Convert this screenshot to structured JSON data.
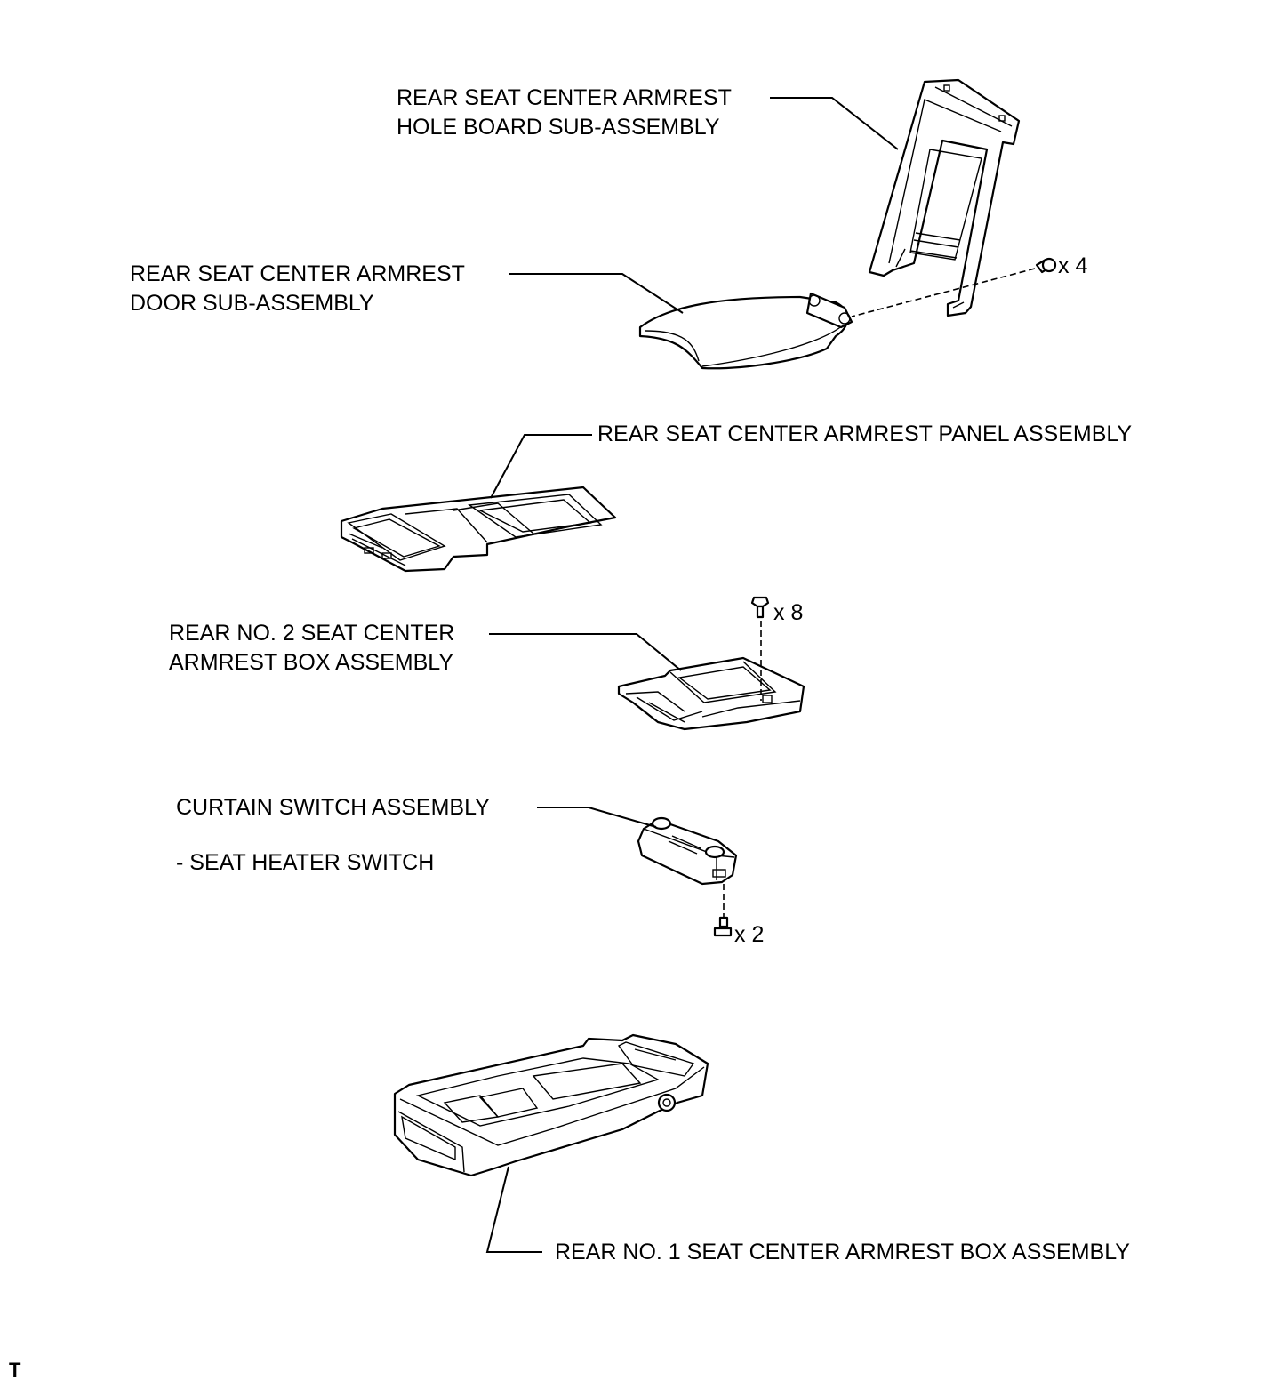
{
  "parts": {
    "hole_board": {
      "line1": "REAR SEAT CENTER ARMREST",
      "line2": "HOLE BOARD SUB-ASSEMBLY"
    },
    "door": {
      "line1": "REAR SEAT CENTER ARMREST",
      "line2": "DOOR SUB-ASSEMBLY"
    },
    "panel": {
      "line1": "REAR SEAT CENTER ARMREST PANEL ASSEMBLY"
    },
    "no2_box": {
      "line1": "REAR NO. 2 SEAT CENTER",
      "line2": "ARMREST BOX ASSEMBLY"
    },
    "curtain_switch": {
      "line1": "CURTAIN SWITCH ASSEMBLY",
      "line2": "- SEAT HEATER SWITCH"
    },
    "no1_box": {
      "line1": "REAR NO. 1 SEAT CENTER ARMREST BOX ASSEMBLY"
    }
  },
  "fasteners": {
    "hole_board_screws": "x 4",
    "box_screws": "x 8",
    "switch_screws": "x 2"
  },
  "corner_mark": "T"
}
